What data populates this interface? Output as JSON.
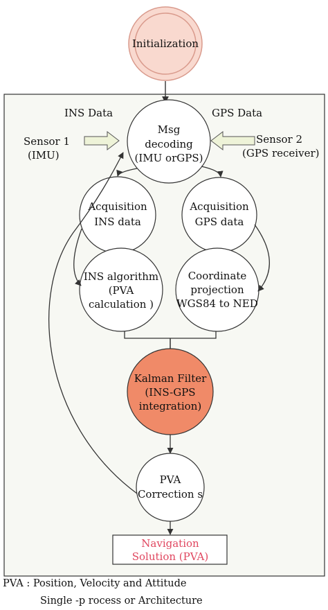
{
  "nodes": {
    "init": "Initialization",
    "msg": [
      "Msg",
      "decoding",
      "(IMU orGPS)"
    ],
    "acq_ins": [
      "Acquisition",
      "INS data"
    ],
    "acq_gps": [
      "Acquisition",
      "GPS  data"
    ],
    "ins_alg": [
      "INS algorithm",
      "(PVA",
      "calculation )"
    ],
    "coord": [
      "Coordinate",
      "projection",
      "WGS84 to NED"
    ],
    "kalman": [
      "Kalman  Filter",
      "(INS-GPS",
      "integration)"
    ],
    "pva_corr": [
      "PVA",
      "Correction  s"
    ],
    "nav": [
      "Navigation",
      "Solution   (PVA)"
    ]
  },
  "labels": {
    "ins_data": "INS Data",
    "gps_data": "GPS  Data",
    "sensor1": [
      "Sensor 1",
      "(IMU)"
    ],
    "sensor2": [
      "Sensor 2",
      "(GPS  receiver)"
    ]
  },
  "legend": {
    "line1": "PVA  :  Position, Velocity and  Attitude",
    "line2": "Single -p rocess or  Architecture"
  },
  "colors": {
    "init_fill": "#f9d9cf",
    "init_stroke": "#d99a8c",
    "panel_fill": "#f7f8f3",
    "kalman_fill": "#f08a68",
    "nav_text": "#e0465f",
    "sensor_arrow_fill": "#eef3d8"
  }
}
